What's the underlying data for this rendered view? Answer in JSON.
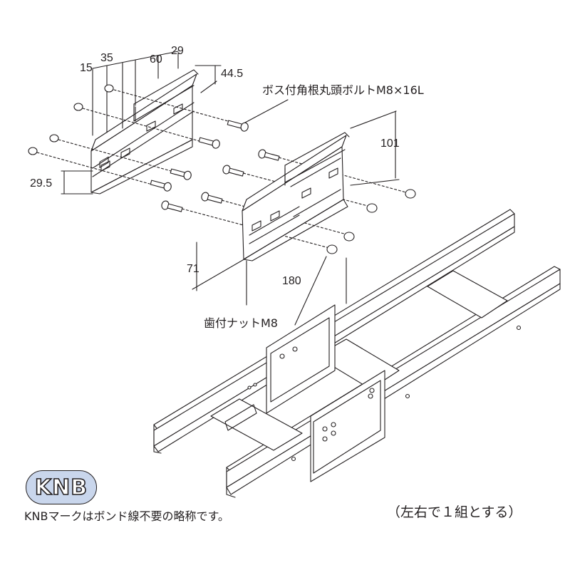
{
  "dimensions": {
    "d15": "15",
    "d35": "35",
    "d60": "60",
    "d29": "29",
    "d44_5": "44.5",
    "d29_5": "29.5",
    "d101": "101",
    "d71": "71",
    "d180": "180"
  },
  "callouts": {
    "bolt": "ボス付角根丸頭ボルトM8×16L",
    "nut": "歯付ナットM8"
  },
  "badge": {
    "text": "KNB",
    "fill": "#c9d6ec"
  },
  "notes": {
    "knb": "KNBマークはボンド線不要の略称です。",
    "pair": "（左右で１組とする）"
  },
  "colors": {
    "line": "#231f20",
    "badge_fill": "#c9d6ec"
  }
}
